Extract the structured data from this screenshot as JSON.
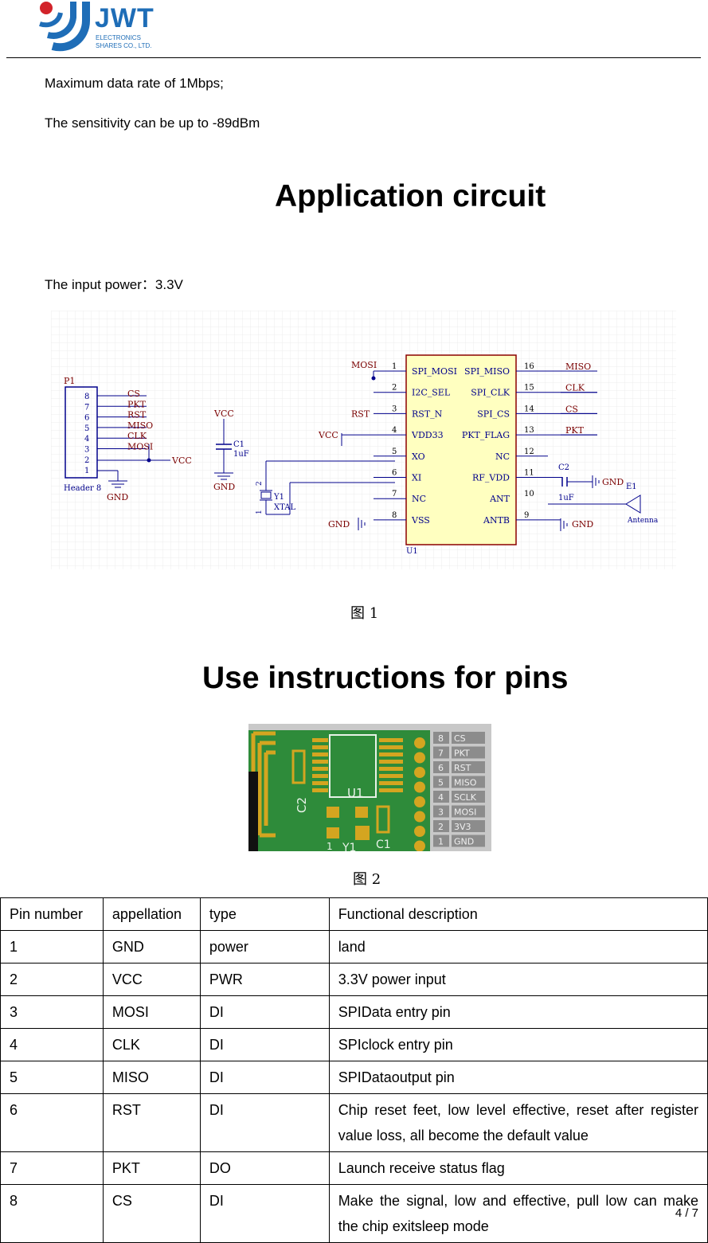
{
  "header": {
    "logo_main": "JWT",
    "logo_line1": "ELECTRONICS",
    "logo_line2": "SHARES CO., LTD."
  },
  "body": {
    "line1": "Maximum data rate of 1Mbps;",
    "line2": "The sensitivity can be up to -89dBm",
    "heading1": "Application circuit",
    "power_line": "The input power：3.3V",
    "fig1_caption": "图 1",
    "heading2": "Use instructions for pins",
    "fig2_caption": "图 2"
  },
  "schematic": {
    "p1_label": "P1",
    "header_label": "Header 8",
    "header_pins": [
      "8",
      "7",
      "6",
      "5",
      "4",
      "3",
      "2",
      "1"
    ],
    "header_nets": [
      "CS",
      "PKT",
      "RST",
      "MISO",
      "CLK",
      "MOSI"
    ],
    "vcc": "VCC",
    "gnd": "GND",
    "c1": "C1",
    "c1_val": "1uF",
    "c2": "C2",
    "c2_val": "1uF",
    "y1": "Y1",
    "xtal": "XTAL",
    "u1": "U1",
    "e1": "E1",
    "antenna": "Antenna",
    "left_nets": [
      "MOSI",
      "",
      "RST",
      "VCC",
      "",
      "",
      "",
      ""
    ],
    "left_pins": [
      "1",
      "2",
      "3",
      "4",
      "5",
      "6",
      "7",
      "8"
    ],
    "left_names": [
      "SPI_MOSI",
      "I2C_SEL",
      "RST_N",
      "VDD33",
      "XO",
      "XI",
      "NC",
      "VSS"
    ],
    "right_names": [
      "SPI_MISO",
      "SPI_CLK",
      "SPI_CS",
      "PKT_FLAG",
      "NC",
      "RF_VDD",
      "ANT",
      "ANTB"
    ],
    "right_pins": [
      "16",
      "15",
      "14",
      "13",
      "12",
      "11",
      "10",
      "9"
    ],
    "right_nets": [
      "MISO",
      "CLK",
      "CS",
      "PKT",
      "",
      "",
      "",
      ""
    ],
    "xtal_pin1": "1",
    "xtal_pin2": "2"
  },
  "board": {
    "pins": [
      {
        "num": "8",
        "name": "CS"
      },
      {
        "num": "7",
        "name": "PKT"
      },
      {
        "num": "6",
        "name": "RST"
      },
      {
        "num": "5",
        "name": "MISO"
      },
      {
        "num": "4",
        "name": "SCLK"
      },
      {
        "num": "3",
        "name": "MOSI"
      },
      {
        "num": "2",
        "name": "3V3"
      },
      {
        "num": "1",
        "name": "GND"
      }
    ],
    "silk_u1": "U1",
    "silk_c2": "C2",
    "silk_c1": "C1",
    "silk_y1": "Y1",
    "silk_1": "1"
  },
  "table": {
    "headers": [
      "Pin number",
      "appellation",
      "type",
      "Functional description"
    ],
    "rows": [
      [
        "1",
        "GND",
        "power",
        "land"
      ],
      [
        "2",
        "VCC",
        "PWR",
        "3.3V power input"
      ],
      [
        "3",
        "MOSI",
        "DI",
        "SPIData entry pin"
      ],
      [
        "4",
        "CLK",
        "DI",
        "SPIclock entry pin"
      ],
      [
        "5",
        "MISO",
        "DI",
        "SPIDataoutput pin"
      ],
      [
        "6",
        "RST",
        "DI",
        "Chip reset feet, low level effective, reset after register value loss, all become the default value"
      ],
      [
        "7",
        "PKT",
        "DO",
        "Launch receive status flag"
      ],
      [
        "8",
        "CS",
        "DI",
        "Make the signal, low and effective, pull low can make the chip exitsleep mode"
      ]
    ]
  },
  "footer": {
    "page": "4 / 7"
  },
  "colors": {
    "logo_blue": "#1e6db7",
    "logo_red": "#d2232a",
    "chip_yellow": "#ffffc0",
    "pcb_green": "#2e8b3a"
  }
}
